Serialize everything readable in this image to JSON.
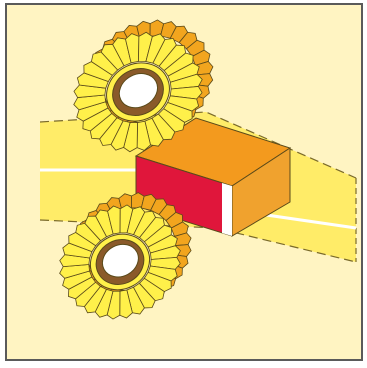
{
  "figure": {
    "colors": {
      "background": "#fff4c2",
      "frame": "#5a5a5a",
      "band": "#ffe94a",
      "band_edge": "#7a6a2a",
      "block_front": "#e0163b",
      "block_top": "#f39a1e",
      "block_side": "#f0a22e",
      "stripe": "#ffffff",
      "tooth_yellow": "#fff04a",
      "tooth_orange": "#f2a51e",
      "tooth_stroke": "#5a4a1a",
      "hub_ring": "#8a5a2a",
      "hub_inner": "#ffffff"
    },
    "components": [
      {
        "name": "upper-grinding-wheel",
        "icon": "abrasive-wheel-icon"
      },
      {
        "name": "lower-grinding-wheel",
        "icon": "abrasive-wheel-icon"
      },
      {
        "name": "workpiece-block",
        "icon": "block-icon"
      },
      {
        "name": "feed-band",
        "icon": "band-icon"
      }
    ]
  }
}
